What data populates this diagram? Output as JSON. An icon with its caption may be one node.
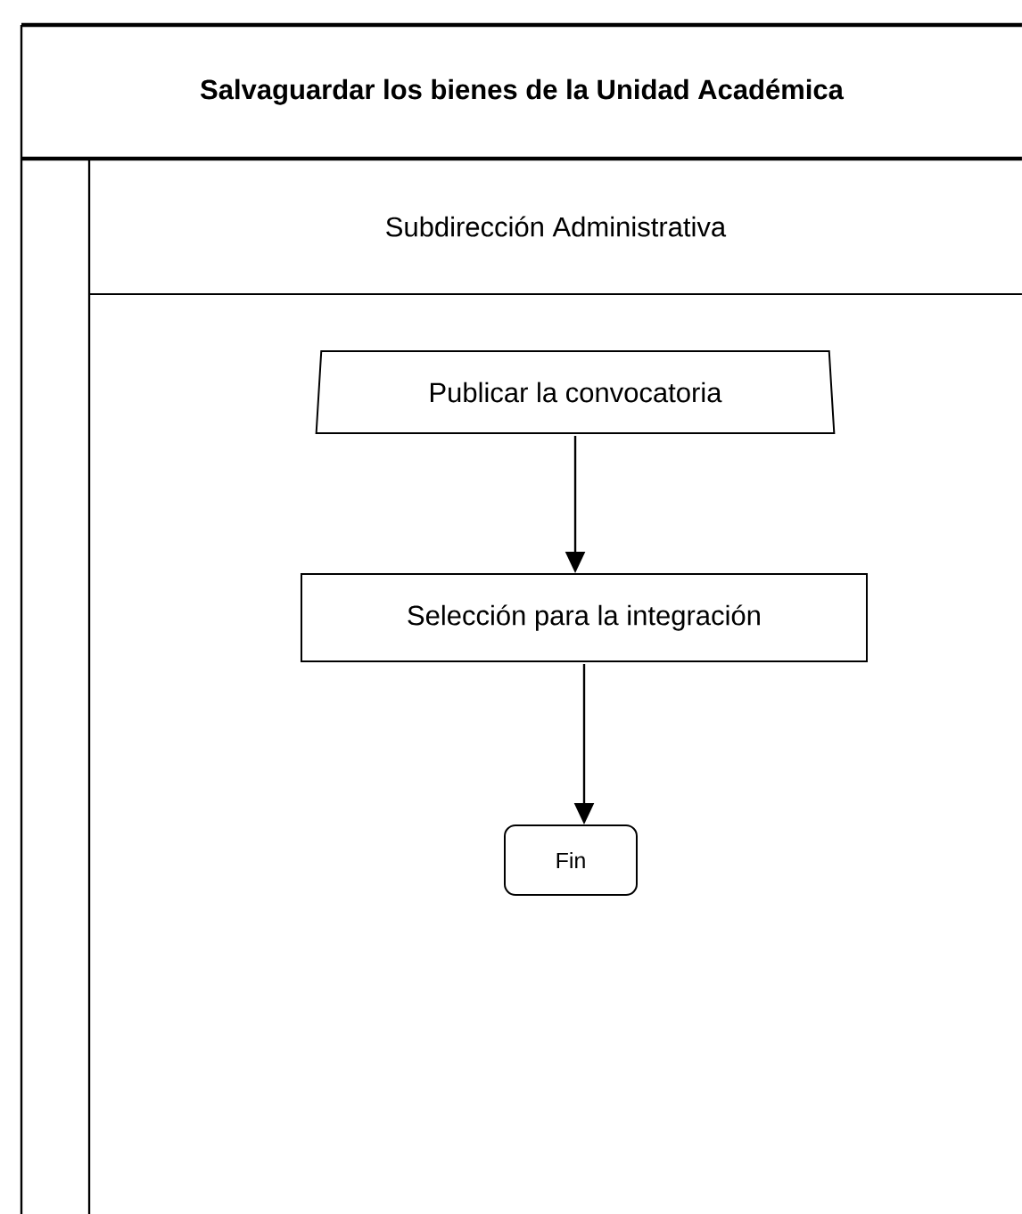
{
  "diagram": {
    "nodes": [
      {
        "text": [
          "Salvaguardar los bienes de la Unidad  Académica"
        ]
      },
      {
        "text": [
          "Subdirección  Administrativa"
        ],
        "in": 0
      },
      {
        "text": [
          "Publicar la convocatoria"
        ],
        "in": 1
      },
      {
        "text": [
          "Selección para la integración"
        ],
        "in": 1
      },
      {
        "text": [
          "Fin"
        ],
        "in": 1
      }
    ],
    "edges": [
      {
        "from": 2,
        "to": 3,
        "arrow": "to"
      },
      {
        "from": 3,
        "to": 4,
        "arrow": "to"
      }
    ]
  }
}
